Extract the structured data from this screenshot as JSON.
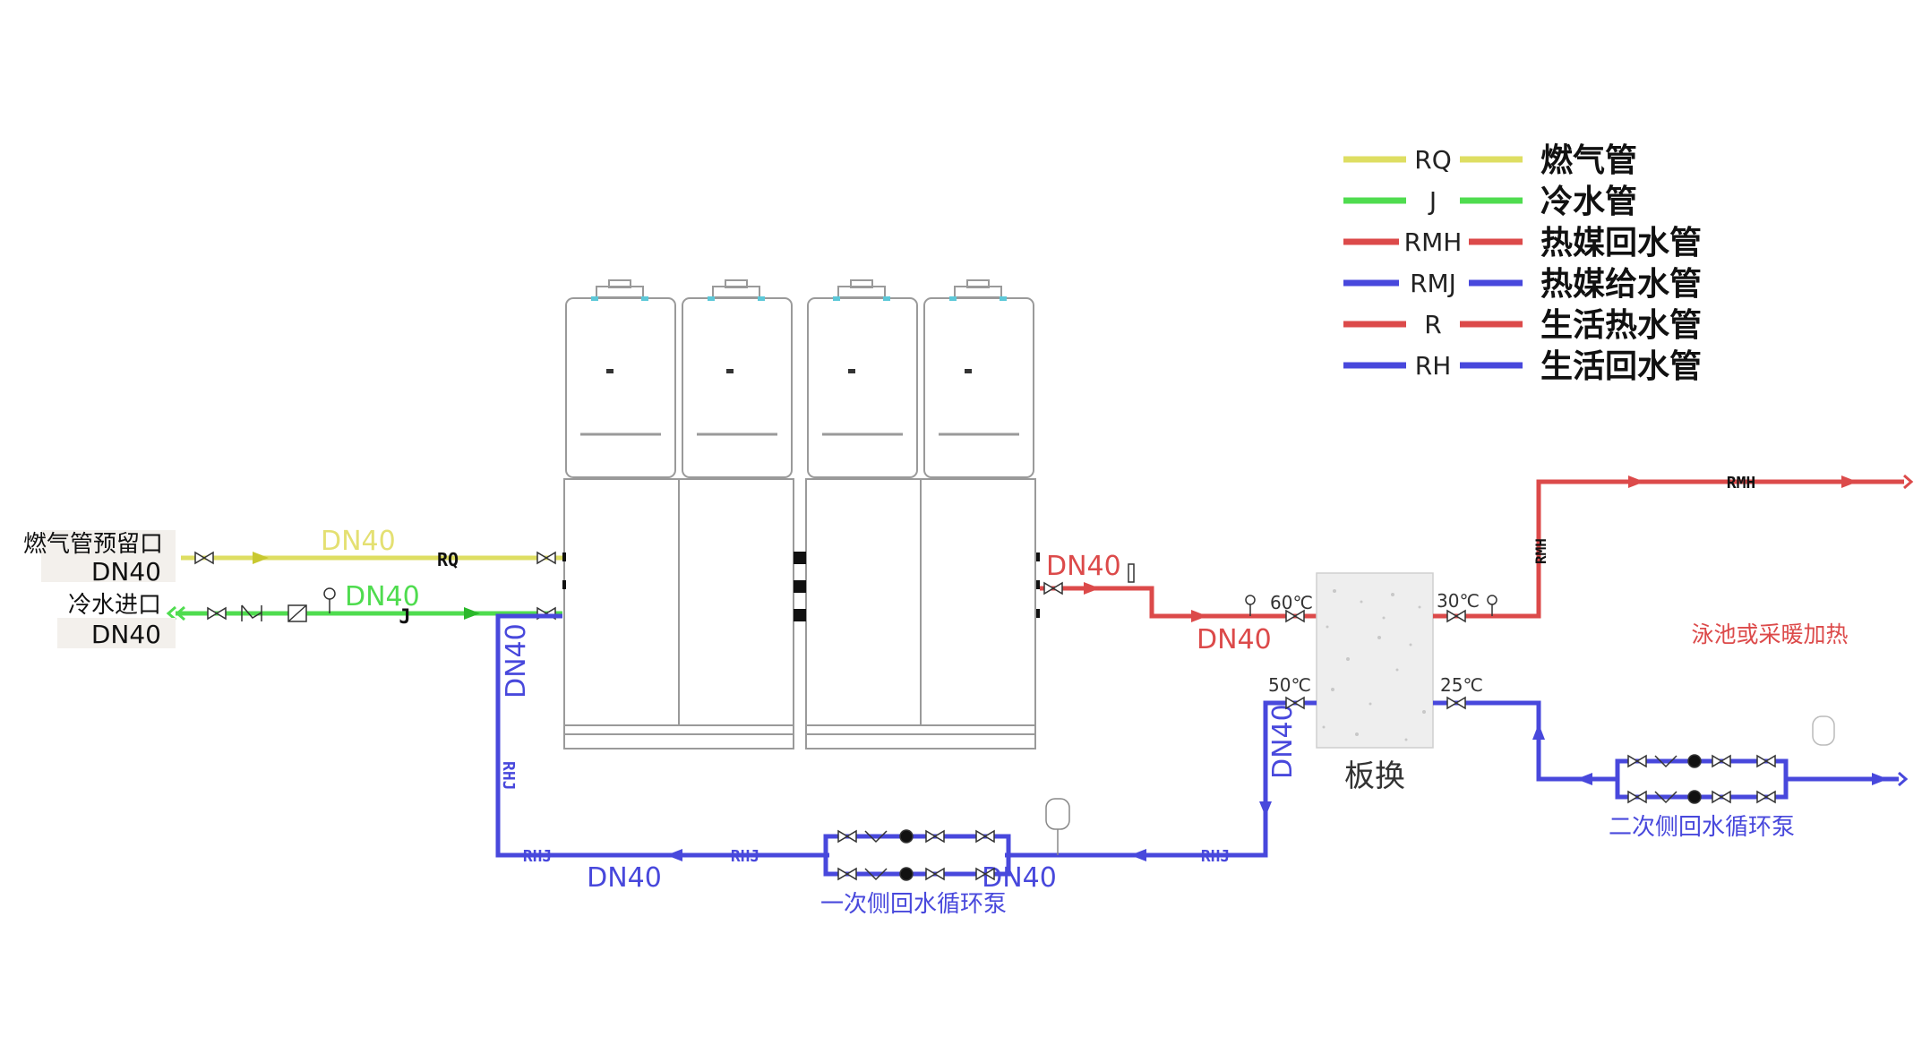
{
  "colors": {
    "gas": "#dede62",
    "gas_text": "#e4e072",
    "cold": "#4fdc4f",
    "red": "#dc4a4a",
    "blue": "#4848dc",
    "black": "#111111",
    "unit_stroke": "#9a9a9a"
  },
  "legend": [
    {
      "code": "RQ",
      "name": "燃气管",
      "color_key": "gas"
    },
    {
      "code": "J",
      "name": "冷水管",
      "color_key": "cold"
    },
    {
      "code": "RMH",
      "name": "热媒回水管",
      "color_key": "red"
    },
    {
      "code": "RMJ",
      "name": "热媒给水管",
      "color_key": "blue"
    },
    {
      "code": "R",
      "name": "生活热水管",
      "color_key": "red"
    },
    {
      "code": "RH",
      "name": "生活回水管",
      "color_key": "blue"
    }
  ],
  "inlets": {
    "gas_label": "燃气管预留口",
    "gas_size": "DN40",
    "cold_label": "冷水进口",
    "cold_size": "DN40"
  },
  "pipes": {
    "gas_size": "DN40",
    "gas_tag": "RQ",
    "cold_size": "DN40",
    "cold_tag": "J",
    "hot_out_size": "DN40",
    "hot_mid_size": "DN40",
    "riser_size": "DN40",
    "bottom_left_size": "DN40",
    "bottom_right_size": "DN40",
    "hx_riser_size": "DN40",
    "rhj_tag": "RHJ",
    "rmh_tag": "RMH"
  },
  "temperatures": {
    "hot_primary": "60℃",
    "hot_secondary": "30℃",
    "return_primary": "50℃",
    "return_secondary": "25℃"
  },
  "heat_exchanger_label": "板换",
  "primary_pump_label": "一次侧回水循环泵",
  "secondary_pump_label": "二次侧回水循环泵",
  "load_label": "泳池或采暖加热"
}
